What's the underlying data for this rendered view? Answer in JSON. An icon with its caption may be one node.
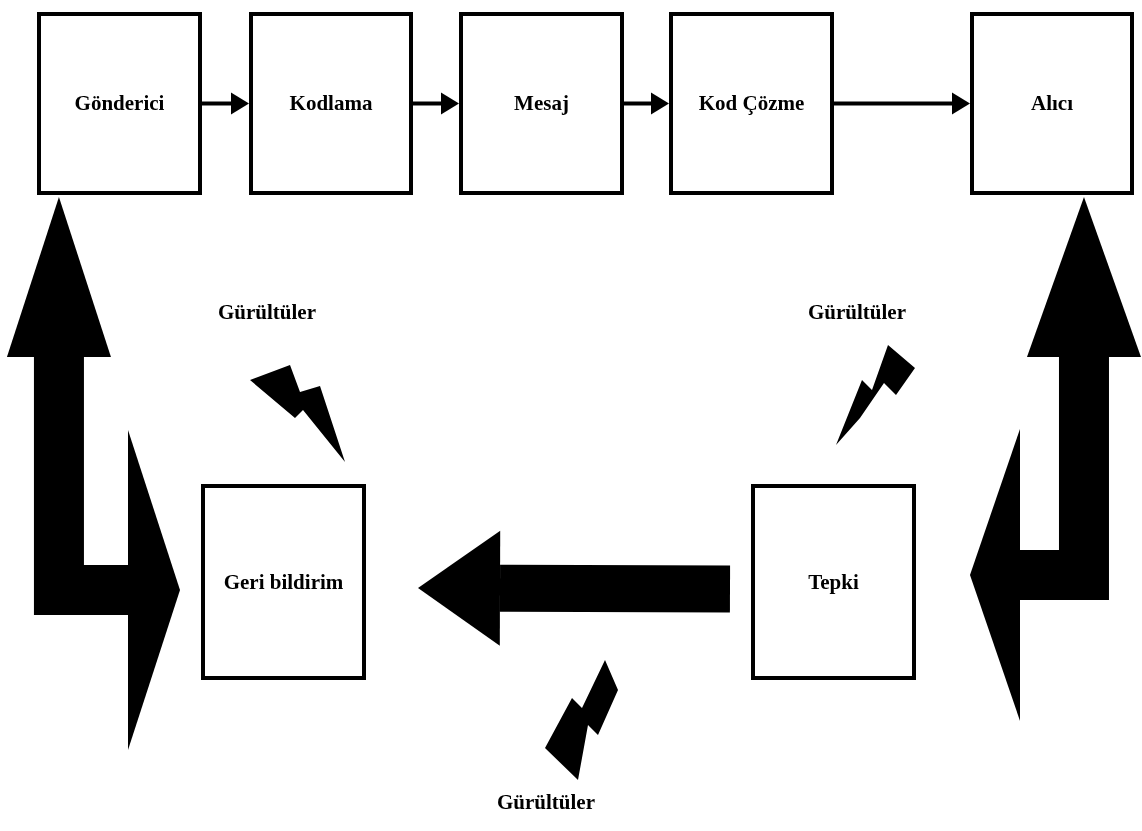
{
  "diagram": {
    "nodes": [
      {
        "text": [
          "Gönderici"
        ]
      },
      {
        "text": [
          "Kodlama"
        ]
      },
      {
        "text": [
          "Mesaj"
        ]
      },
      {
        "text": [
          "Kod Çözme"
        ]
      },
      {
        "text": [
          "Alıcı"
        ]
      },
      {
        "text": [
          "Geri bildirim"
        ]
      },
      {
        "text": [
          "Tepki"
        ]
      }
    ],
    "edges": [
      {
        "from": 0,
        "to": 1,
        "arrow": "to"
      },
      {
        "from": 1,
        "to": 2,
        "arrow": "to"
      },
      {
        "from": 2,
        "to": 3,
        "arrow": "to"
      },
      {
        "from": 3,
        "to": 4,
        "arrow": "to"
      },
      {
        "from": 6,
        "to": 5,
        "arrow": "to",
        "style": "thick"
      },
      {
        "from": 5,
        "to": 0,
        "arrow": "both",
        "style": "thick"
      },
      {
        "from": 6,
        "to": 4,
        "arrow": "both",
        "style": "thick"
      }
    ],
    "labels": [
      "Gürültüler",
      "Gürültüler",
      "Gürültüler"
    ]
  }
}
